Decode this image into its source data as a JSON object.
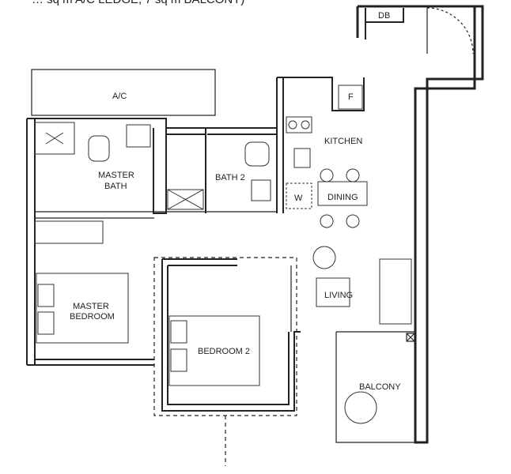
{
  "header": {
    "text": "… sq m A/C LEDGE, 7 sq m BALCONY)"
  },
  "rooms": {
    "db": "DB",
    "ac": "A/C",
    "f": "F",
    "kitchen": "KITCHEN",
    "master_bath_1": "MASTER",
    "master_bath_2": "BATH",
    "bath2": "BATH 2",
    "w": "W",
    "dining": "DINING",
    "living": "LIVING",
    "master_bedroom_1": "MASTER",
    "master_bedroom_2": "BEDROOM",
    "bedroom2": "BEDROOM 2",
    "balcony": "BALCONY"
  }
}
